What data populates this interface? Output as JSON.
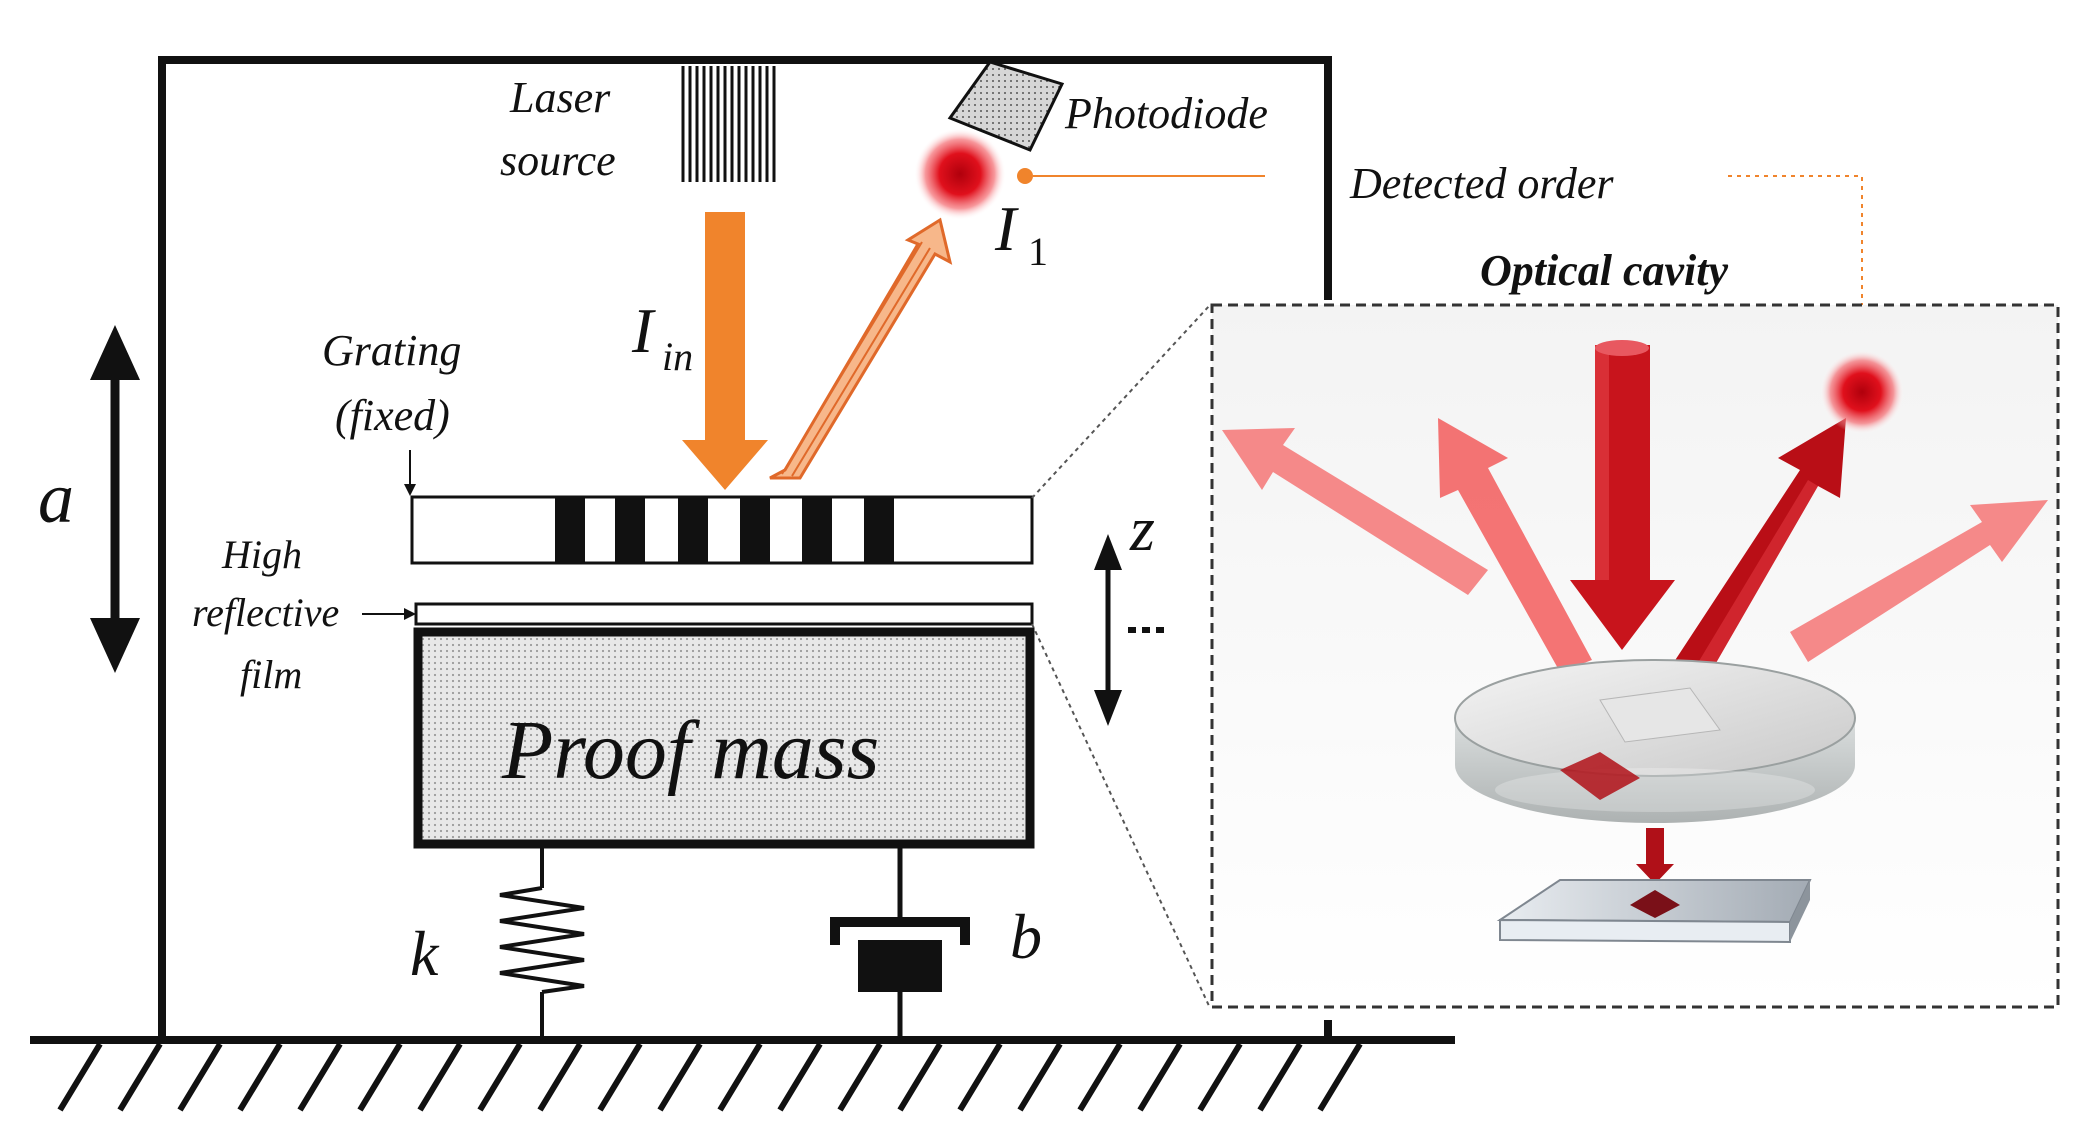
{
  "labels": {
    "laser_source": [
      "Laser",
      "source"
    ],
    "photodiode": "Photodiode",
    "detected_order": "Detected order",
    "optical_cavity": "Optical cavity",
    "grating": [
      "Grating",
      "(fixed)"
    ],
    "film": [
      "High",
      "reflective",
      "film"
    ],
    "proof_mass": "Proof mass",
    "acc": "a",
    "disp": "z",
    "spring": "k",
    "damper": "b",
    "i_in_main": "I",
    "i_in_sub": "in",
    "i_1_main": "I",
    "i_1_sub": "1"
  },
  "colors": {
    "laser_orange": "#f0842c",
    "reflected_orange": "#f7b78a",
    "spot_red": "#d40f1a",
    "ink": "#111111",
    "beam_red": "#c8141c",
    "beam_pink": "#f26b6b"
  }
}
